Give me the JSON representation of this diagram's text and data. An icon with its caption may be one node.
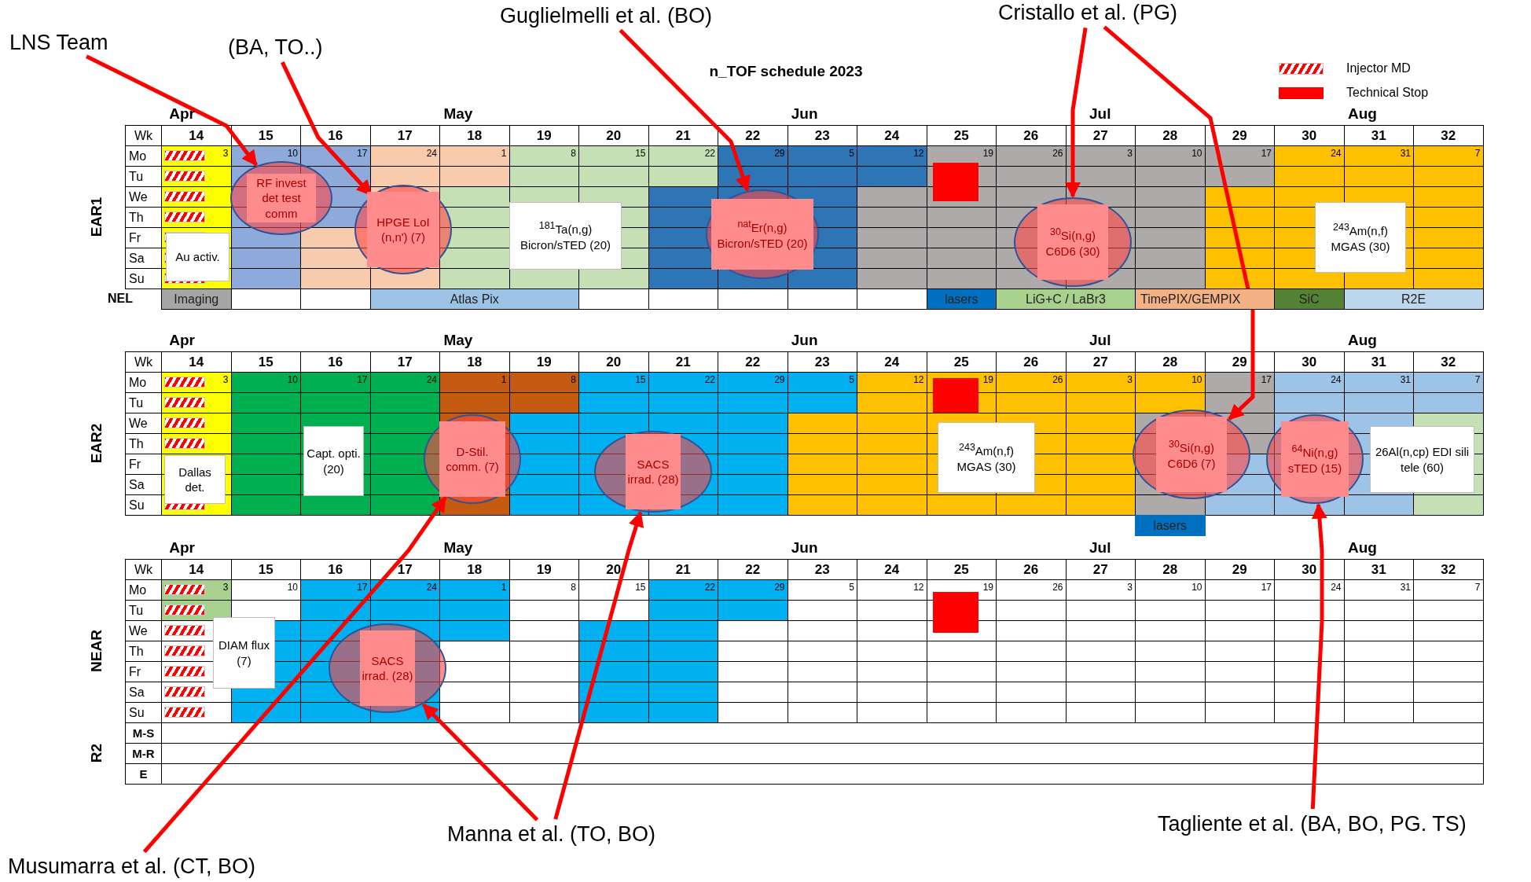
{
  "diagram": {
    "title": "n_TOF schedule 2023",
    "nodes": [
      {
        "text": [
          "LNS Team"
        ]
      },
      {
        "text": [
          "(BA, TO..)"
        ]
      },
      {
        "text": [
          "Guglielmelli et al. (BO)"
        ]
      },
      {
        "text": [
          "Cristallo et al. (PG)"
        ]
      },
      {
        "text": [
          "RF invest det test comm"
        ]
      },
      {
        "text": [
          "Au activ."
        ]
      },
      {
        "text": [
          "HPGE LoI (n,n') (7)"
        ]
      },
      {
        "text": [
          "$^{181}$Ta(n,g) Bicron/sTED (20)"
        ]
      },
      {
        "text": [
          "$^{nat}$Er(n,g) Bicron/sTED (20)"
        ]
      },
      {
        "text": [
          "$^{30}$Si(n,g) C6D6 (30)"
        ]
      },
      {
        "text": [
          "$^{243}$Am(n,f) MGAS (30)"
        ]
      },
      {
        "text": [
          "Imaging"
        ]
      },
      {
        "text": [
          "Atlas Pix"
        ]
      },
      {
        "text": [
          "lasers"
        ]
      },
      {
        "text": [
          "LiG+C / LaBr3"
        ]
      },
      {
        "text": [
          "TimePIX/GEMPIX"
        ]
      },
      {
        "text": [
          "SiC"
        ]
      },
      {
        "text": [
          "R2E"
        ]
      },
      {
        "text": [
          "Dallas det."
        ]
      },
      {
        "text": [
          "Capt. opti. (20)"
        ]
      },
      {
        "text": [
          "D-Stil. comm. (7)"
        ]
      },
      {
        "text": [
          "SACS irrad. (28)"
        ]
      },
      {
        "text": [
          "$^{243}$Am(n,f) MGAS (30)"
        ]
      },
      {
        "text": [
          "$^{30}$Si(n,g) C6D6 (7)"
        ]
      },
      {
        "text": [
          "$^{64}$Ni(n,g) sTED (15)"
        ]
      },
      {
        "text": [
          "26Al(n,cp) EDI sili tele (60)"
        ]
      },
      {
        "text": [
          "lasers"
        ]
      },
      {
        "text": [
          "DIAM flux (7)"
        ]
      },
      {
        "text": [
          "SACS irrad. (28)"
        ]
      },
      {
        "text": [
          "Manna et al. (TO, BO)"
        ]
      },
      {
        "text": [
          "Musumarra et al. (CT, BO)"
        ]
      },
      {
        "text": [
          "Tagliente et al. (BA, BO, PG. TS)"
        ]
      }
    ],
    "edges": [
      {
        "from": 0,
        "to": 4,
        "arrow": "to"
      },
      {
        "from": 1,
        "to": 6,
        "arrow": "to"
      },
      {
        "from": 2,
        "to": 8,
        "arrow": "to"
      },
      {
        "from": 3,
        "to": 9,
        "arrow": "to"
      },
      {
        "from": 3,
        "to": 23,
        "arrow": "to"
      },
      {
        "from": 29,
        "to": 28,
        "arrow": "to"
      },
      {
        "from": 29,
        "to": 21,
        "arrow": "to"
      },
      {
        "from": 30,
        "to": 20,
        "arrow": "to"
      },
      {
        "from": 31,
        "to": 24,
        "arrow": "to"
      }
    ],
    "labels": [
      "Apr",
      "May",
      "Jun",
      "Jul",
      "Aug",
      "Wk",
      "14",
      "15",
      "16",
      "17",
      "18",
      "19",
      "20",
      "21",
      "22",
      "23",
      "24",
      "25",
      "26",
      "27",
      "28",
      "29",
      "30",
      "31",
      "32",
      "Mo",
      "3",
      "10",
      "17",
      "24",
      "1",
      "8",
      "15",
      "22",
      "29",
      "5",
      "12",
      "19",
      "26",
      "3",
      "10",
      "17",
      "24",
      "31",
      "7",
      "Tu",
      "We",
      "Th",
      "Fr",
      "Sa",
      "Su",
      "EAR1",
      "NEL",
      "Apr",
      "May",
      "Jun",
      "Jul",
      "Aug",
      "Wk",
      "14",
      "15",
      "16",
      "17",
      "18",
      "19",
      "20",
      "21",
      "22",
      "23",
      "24",
      "25",
      "26",
      "27",
      "28",
      "29",
      "30",
      "31",
      "32",
      "Mo",
      "3",
      "10",
      "17",
      "24",
      "1",
      "8",
      "15",
      "22",
      "29",
      "5",
      "12",
      "19",
      "26",
      "3",
      "10",
      "17",
      "24",
      "31",
      "7",
      "Tu",
      "We",
      "Th",
      "Fr",
      "Sa",
      "Su",
      "EAR2",
      "Apr",
      "May",
      "Jun",
      "Jul",
      "Aug",
      "Wk",
      "14",
      "15",
      "16",
      "17",
      "18",
      "19",
      "20",
      "21",
      "22",
      "23",
      "24",
      "25",
      "26",
      "27",
      "28",
      "29",
      "30",
      "31",
      "32",
      "Mo",
      "3",
      "10",
      "17",
      "24",
      "1",
      "8",
      "15",
      "22",
      "29",
      "5",
      "12",
      "19",
      "26",
      "3",
      "10",
      "17",
      "24",
      "31",
      "7",
      "Tu",
      "We",
      "Th",
      "Fr",
      "Sa",
      "Su",
      "NEAR",
      "R2",
      "M-S",
      "M-R",
      "E"
    ],
    "legend": [
      {
        "text": "Injector MD"
      },
      {
        "text": "Technical Stop",
        "color": "#ff0000"
      }
    ]
  }
}
